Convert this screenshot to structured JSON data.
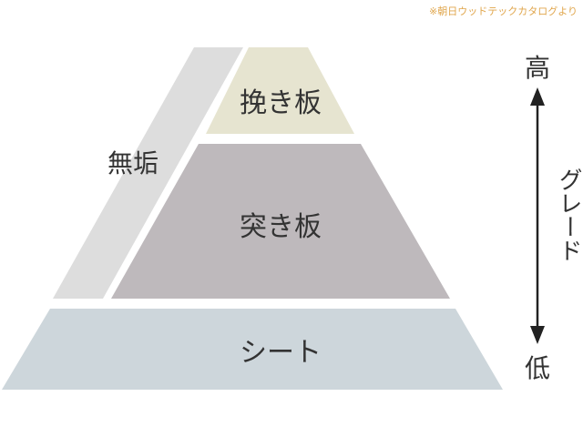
{
  "source_note": "※朝日ウッドテックカタログより",
  "tiers": {
    "top": {
      "label": "挽き板",
      "color": "#e6e4d0"
    },
    "middle": {
      "label": "突き板",
      "color": "#beb9bc"
    },
    "bottom": {
      "label": "シート",
      "color": "#cdd6db"
    }
  },
  "side_band": {
    "label": "無垢",
    "color": "#dddddd"
  },
  "scale": {
    "high": "高",
    "low": "低",
    "axis_label": "グレード",
    "arrow_color": "#222222"
  }
}
